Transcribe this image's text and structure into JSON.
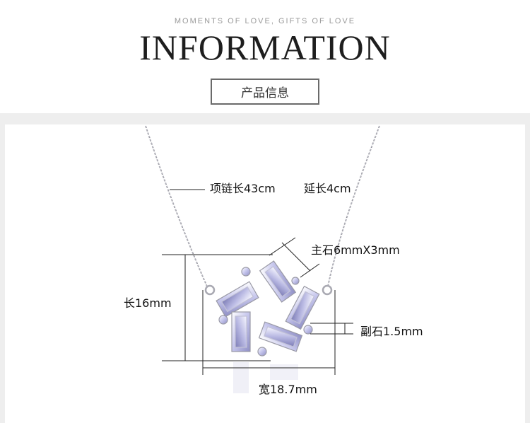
{
  "header": {
    "tagline": "MOMENTS OF LOVE, GIFTS OF LOVE",
    "title": "INFORMATION",
    "cn_label": "产品信息"
  },
  "specs": {
    "chain_length": "项链长43cm",
    "extension": "延长4cm",
    "main_stone": "主石6mmX3mm",
    "side_stone": "副石1.5mm",
    "length": "长16mm",
    "width": "宽18.7mm"
  },
  "colors": {
    "frame": "#eeeeee",
    "silver": "#b8b8c0",
    "crystal": "#dcdcf4"
  }
}
